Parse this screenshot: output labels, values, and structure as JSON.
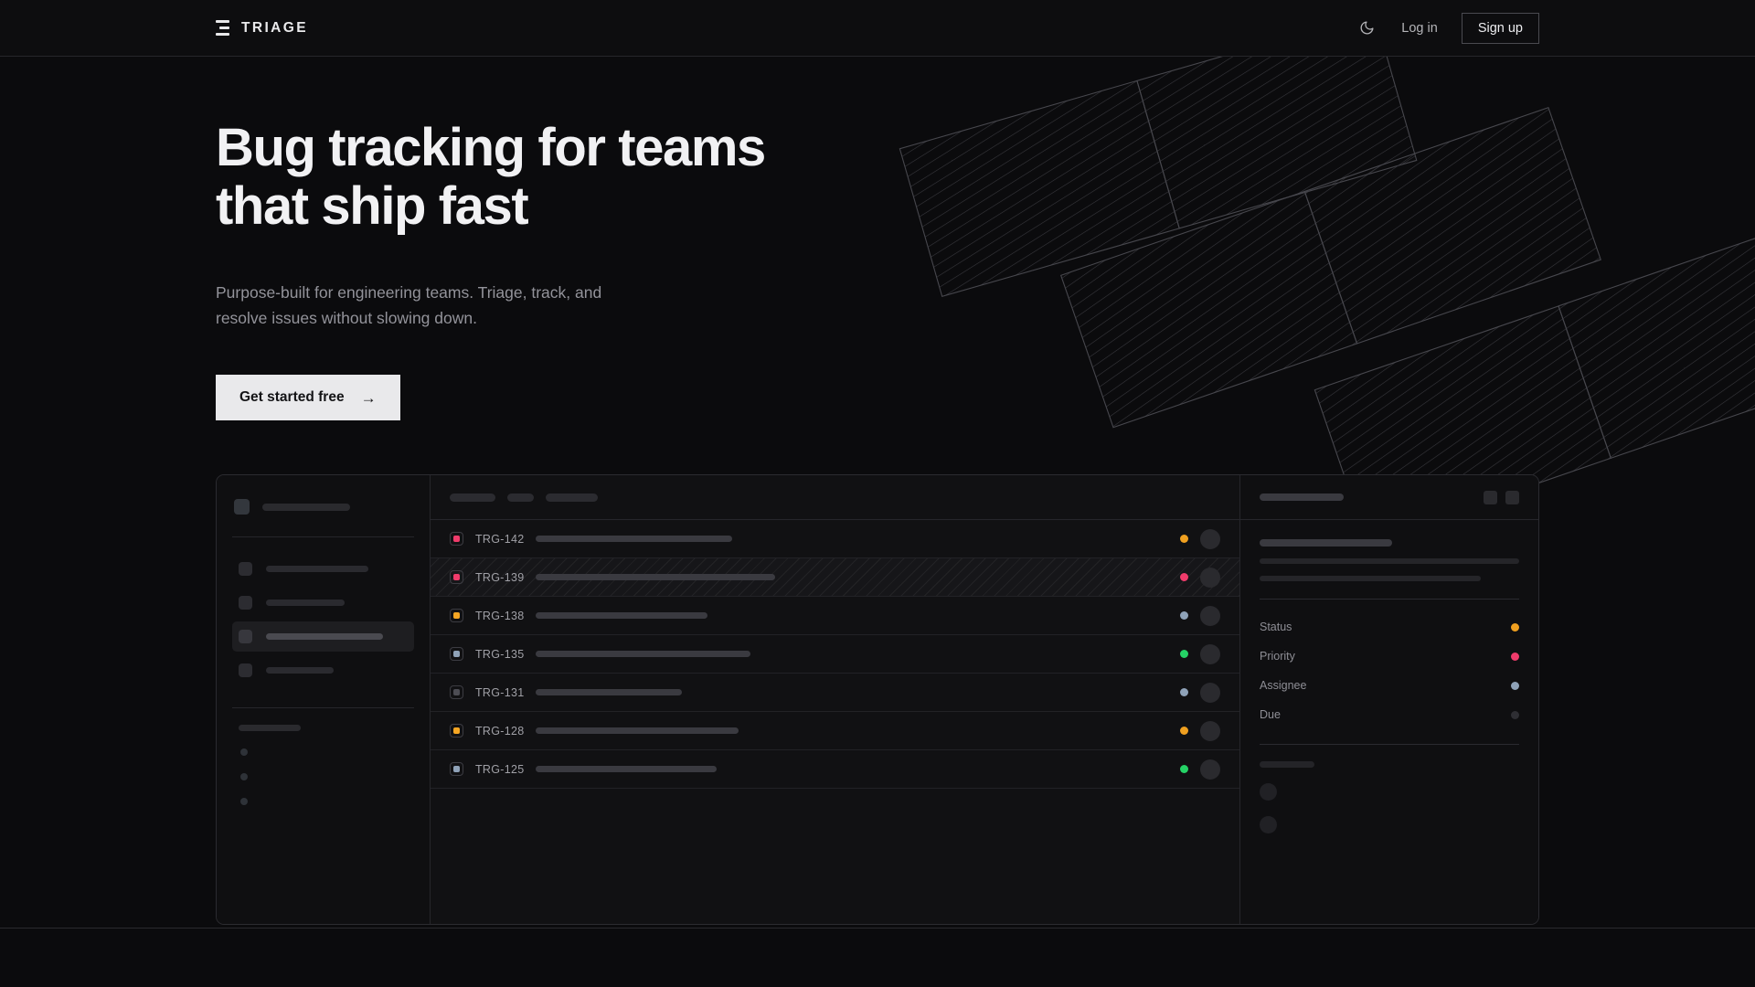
{
  "header": {
    "brand": {
      "name": "TRIAGE",
      "icon": "list-bars-logo-icon"
    },
    "theme_toggle_icon": "moon-icon",
    "login_label": "Log in",
    "signup_label": "Sign up"
  },
  "hero": {
    "headline_line1": "Bug tracking for teams",
    "headline_line2": "that ship fast",
    "subhead": "Purpose-built for engineering teams. Triage, track, and resolve issues without slowing down.",
    "cta_label": "Get started free",
    "cta_arrow": "→"
  },
  "mockup": {
    "sidebar": {
      "workspace_width": 96,
      "items": [
        {
          "width": 112,
          "active": false
        },
        {
          "width": 86,
          "active": false
        },
        {
          "width": 128,
          "active": true
        },
        {
          "width": 74,
          "active": false
        }
      ],
      "section_label_width": 68,
      "sub_dots": 3
    },
    "list": {
      "toolbar_pills": [
        50,
        29,
        57
      ],
      "rows": [
        {
          "id": "TRG-142",
          "priority_color": "#ef3b6b",
          "status_color": "#f0a020",
          "title_width": 215,
          "selected": false
        },
        {
          "id": "TRG-139",
          "priority_color": "#ef3b6b",
          "status_color": "#ef3b6b",
          "title_width": 262,
          "selected": true
        },
        {
          "id": "TRG-138",
          "priority_color": "#f5a623",
          "status_color": "#8fa2b8",
          "title_width": 188,
          "selected": false
        },
        {
          "id": "TRG-135",
          "priority_color": "#8fa2b8",
          "status_color": "#25d366",
          "title_width": 235,
          "selected": false
        },
        {
          "id": "TRG-131",
          "priority_color": "#4d4d54",
          "status_color": "#8fa2b8",
          "title_width": 160,
          "selected": false
        },
        {
          "id": "TRG-128",
          "priority_color": "#f5a623",
          "status_color": "#f0a020",
          "title_width": 222,
          "selected": false
        },
        {
          "id": "TRG-125",
          "priority_color": "#8fa2b8",
          "status_color": "#25d366",
          "title_width": 198,
          "selected": false
        }
      ]
    },
    "detail": {
      "meta": [
        {
          "label": "Status",
          "color": "#f0a020"
        },
        {
          "label": "Priority",
          "color": "#ef3b6b"
        },
        {
          "label": "Assignee",
          "color": "#8fa2b8"
        },
        {
          "label": "Due",
          "color": "#2e2e33"
        }
      ],
      "body_line_widths": [
        284,
        242
      ],
      "action_buttons": 2,
      "comment_avatars": 2
    }
  },
  "colors": {
    "page_bg": "#0b0b0d",
    "panel_bg": "#111113",
    "border": "#2b2b30",
    "text_primary": "#f1f1f3",
    "text_muted": "#93939a",
    "cta_bg": "#e9e9eb",
    "status_orange": "#f0a020",
    "status_pink": "#ef3b6b",
    "status_green": "#25d366",
    "status_blue": "#8fa2b8"
  }
}
